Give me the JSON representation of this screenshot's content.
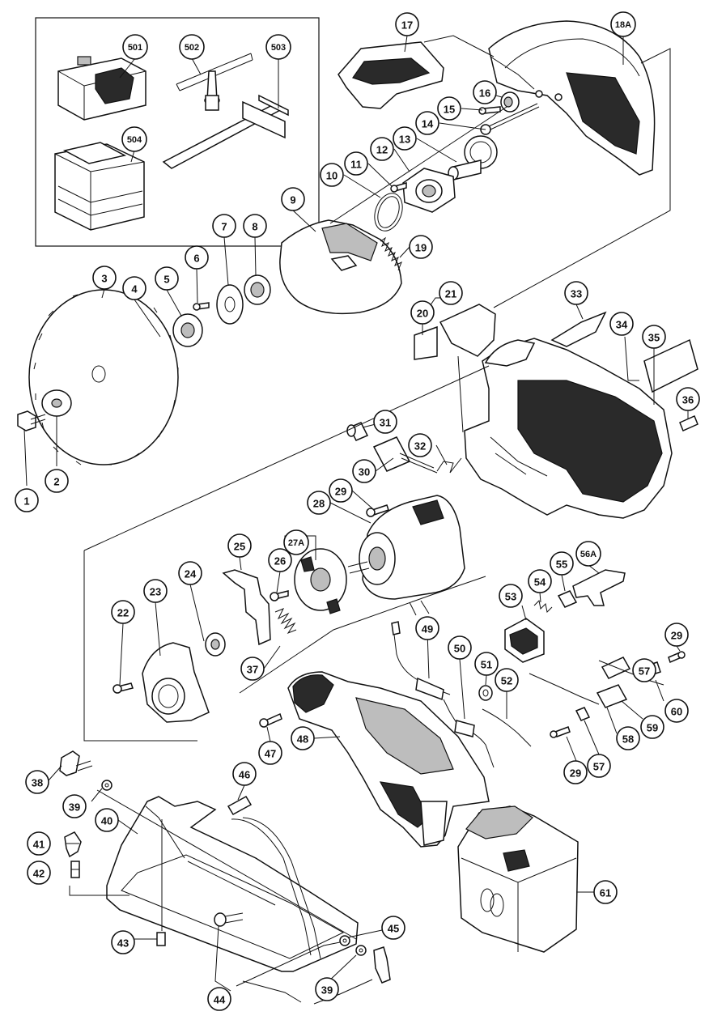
{
  "diagram": {
    "type": "exploded-parts-view",
    "callouts": [
      {
        "label": "501"
      },
      {
        "label": "502"
      },
      {
        "label": "503"
      },
      {
        "label": "504"
      },
      {
        "label": "17"
      },
      {
        "label": "18A"
      },
      {
        "label": "16"
      },
      {
        "label": "15"
      },
      {
        "label": "14"
      },
      {
        "label": "13"
      },
      {
        "label": "12"
      },
      {
        "label": "11"
      },
      {
        "label": "10"
      },
      {
        "label": "9"
      },
      {
        "label": "19"
      },
      {
        "label": "8"
      },
      {
        "label": "7"
      },
      {
        "label": "6"
      },
      {
        "label": "5"
      },
      {
        "label": "4"
      },
      {
        "label": "3"
      },
      {
        "label": "2"
      },
      {
        "label": "1"
      },
      {
        "label": "21"
      },
      {
        "label": "20"
      },
      {
        "label": "33"
      },
      {
        "label": "34"
      },
      {
        "label": "35"
      },
      {
        "label": "36"
      },
      {
        "label": "31"
      },
      {
        "label": "32"
      },
      {
        "label": "30"
      },
      {
        "label": "29"
      },
      {
        "label": "28"
      },
      {
        "label": "27A"
      },
      {
        "label": "26"
      },
      {
        "label": "25"
      },
      {
        "label": "24"
      },
      {
        "label": "23"
      },
      {
        "label": "22"
      },
      {
        "label": "37"
      },
      {
        "label": "56A"
      },
      {
        "label": "55"
      },
      {
        "label": "54"
      },
      {
        "label": "53"
      },
      {
        "label": "49"
      },
      {
        "label": "50"
      },
      {
        "label": "51"
      },
      {
        "label": "52"
      },
      {
        "label": "29"
      },
      {
        "label": "57"
      },
      {
        "label": "60"
      },
      {
        "label": "59"
      },
      {
        "label": "58"
      },
      {
        "label": "29"
      },
      {
        "label": "57"
      },
      {
        "label": "47"
      },
      {
        "label": "48"
      },
      {
        "label": "38"
      },
      {
        "label": "39"
      },
      {
        "label": "46"
      },
      {
        "label": "40"
      },
      {
        "label": "41"
      },
      {
        "label": "42"
      },
      {
        "label": "43"
      },
      {
        "label": "44"
      },
      {
        "label": "45"
      },
      {
        "label": "39"
      },
      {
        "label": "61"
      }
    ]
  }
}
